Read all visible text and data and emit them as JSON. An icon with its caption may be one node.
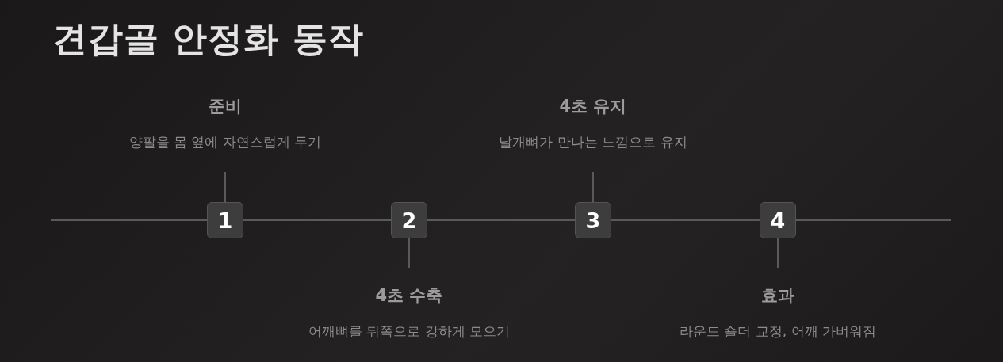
{
  "diagram": {
    "title": "견갑골 안정화 동작",
    "nodes": [
      {
        "text": [
          "1"
        ]
      },
      {
        "text": [
          "2"
        ]
      },
      {
        "text": [
          "3"
        ]
      },
      {
        "text": [
          "4"
        ]
      },
      {
        "text": [
          "준비",
          "양팔을 몸 옆에 자연스럽게 두기"
        ]
      },
      {
        "text": [
          "4초 수축",
          "어깨뼈를 뒤쪽으로 강하게 모으기"
        ]
      },
      {
        "text": [
          "4초 유지",
          "날개뼈가 만나는 느낌으로 유지"
        ]
      },
      {
        "text": [
          "효과",
          "라운드 숄더 교정, 어깨 가벼워짐"
        ]
      }
    ],
    "edges": [
      {
        "from": null,
        "to": 0,
        "arrow": "none"
      },
      {
        "from": 0,
        "to": 1,
        "arrow": "none"
      },
      {
        "from": 1,
        "to": 2,
        "arrow": "none"
      },
      {
        "from": 2,
        "to": 3,
        "arrow": "none"
      },
      {
        "from": 3,
        "to": null,
        "arrow": "none"
      },
      {
        "from": 0,
        "to": 4,
        "arrow": "none"
      },
      {
        "from": 1,
        "to": 5,
        "arrow": "none"
      },
      {
        "from": 2,
        "to": 6,
        "arrow": "none"
      },
      {
        "from": 3,
        "to": 7,
        "arrow": "none"
      }
    ]
  }
}
